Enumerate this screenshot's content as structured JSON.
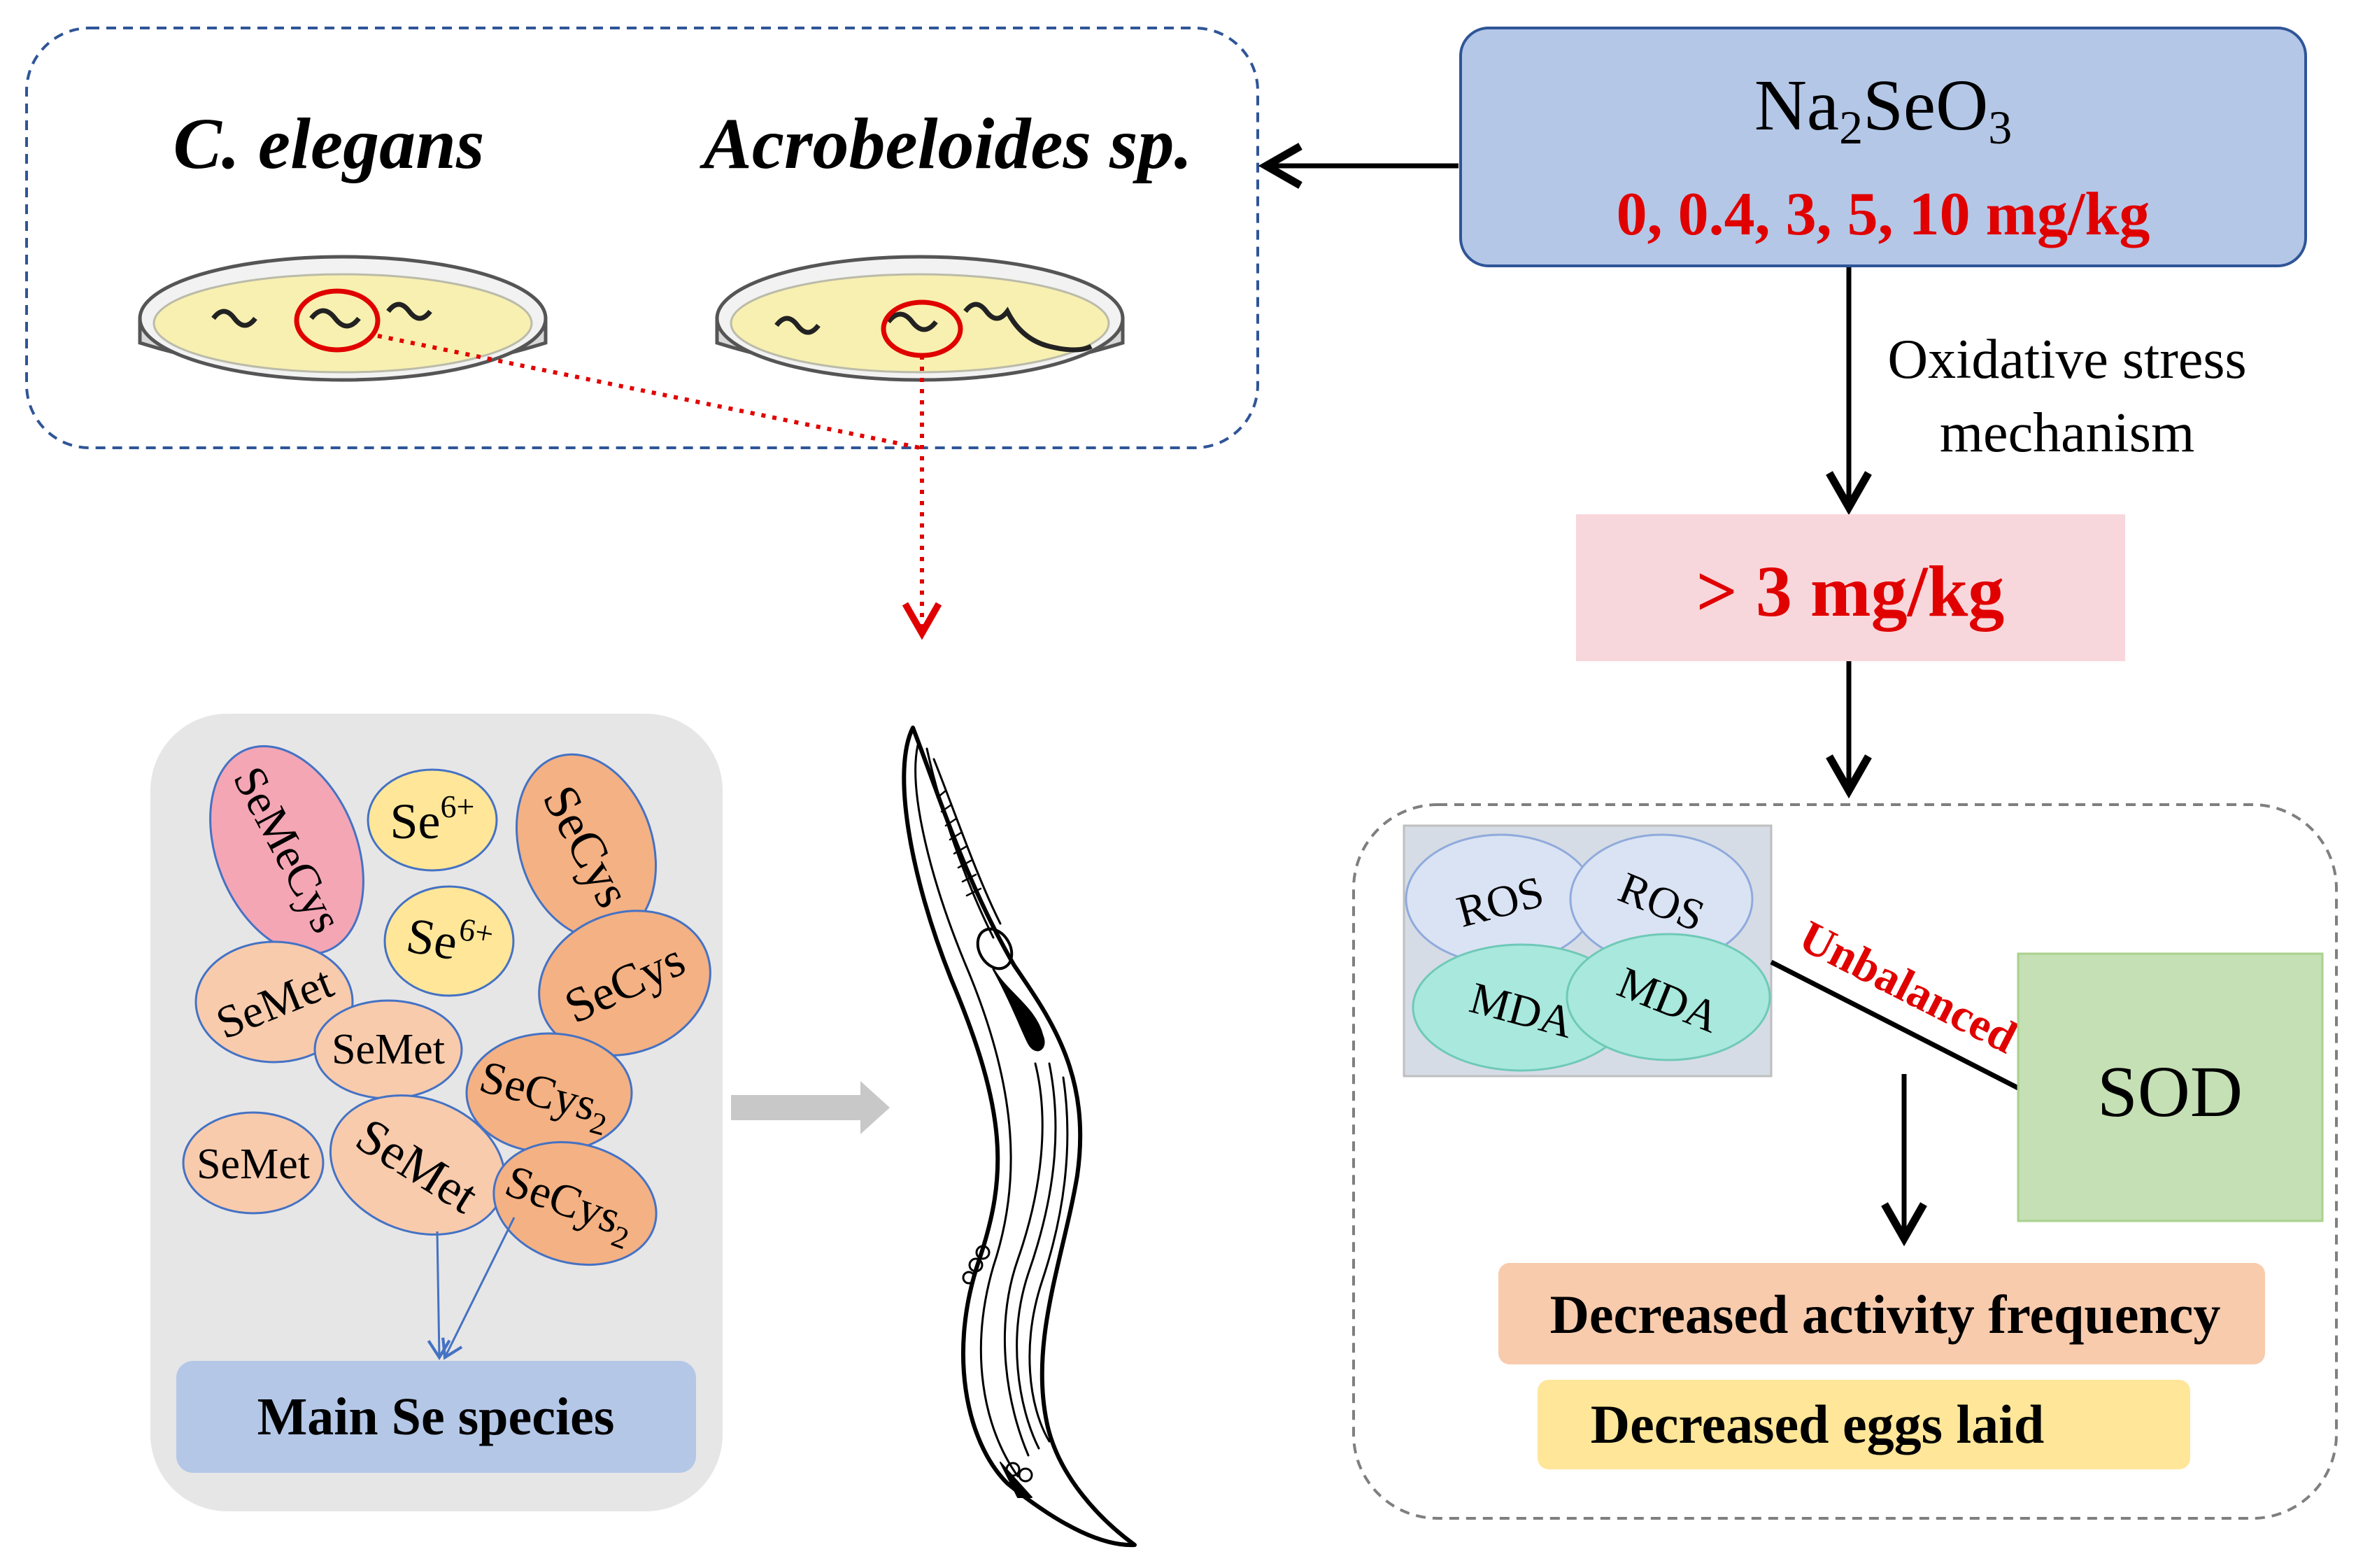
{
  "colors": {
    "chem_box_fill": "#b4c7e7",
    "chem_box_stroke": "#2f5597",
    "red_text": "#e00000",
    "threshold_fill": "#f8d7dc",
    "ros_fill": "#dae3f3",
    "mda_fill": "#a9e8dc",
    "sod_fill": "#c5e0b4",
    "activity_fill": "#f8cbad",
    "eggs_fill": "#ffe699",
    "main_se_fill": "#b4c7e7",
    "species_panel_fill": "#e7e6e6",
    "semet_fill": "#f8cbad",
    "secys_fill": "#f4b183",
    "se6_fill": "#ffe699",
    "semecys_fill": "#f4a6b5",
    "species_stroke": "#4472c4"
  },
  "organisms": {
    "left": "C. elegans",
    "right": "Acrobeloides sp."
  },
  "compound": {
    "name_main": "Na",
    "sub1": "2",
    "name_mid": "SeO",
    "sub2": "3",
    "doses": "0, 0.4, 3, 5, 10 mg/kg"
  },
  "mechanism": {
    "line1": "Oxidative stress",
    "line2": "mechanism"
  },
  "threshold": "> 3 mg/kg",
  "stress": {
    "ros": [
      "ROS",
      "ROS"
    ],
    "mda": [
      "MDA",
      "MDA"
    ],
    "unbalanced": "Unbalanced",
    "sod": "SOD"
  },
  "effects": {
    "activity": "Decreased activity frequency",
    "eggs": "Decreased eggs laid"
  },
  "species": {
    "semecys": "SeMeCys",
    "se6_a_base": "Se",
    "se6_a_sup": "6+",
    "se6_b_base": "Se",
    "se6_b_sup": "6+",
    "secys_a": "SeCys",
    "secys_b": "SeCys",
    "semet_a": "SeMet",
    "semet_b": "SeMet",
    "semet_c": "SeMet",
    "semet_d": "SeMet",
    "secys2_a_base": "SeCys",
    "secys2_a_sub": "2",
    "secys2_b_base": "SeCys",
    "secys2_b_sub": "2",
    "main_label": "Main Se species"
  }
}
